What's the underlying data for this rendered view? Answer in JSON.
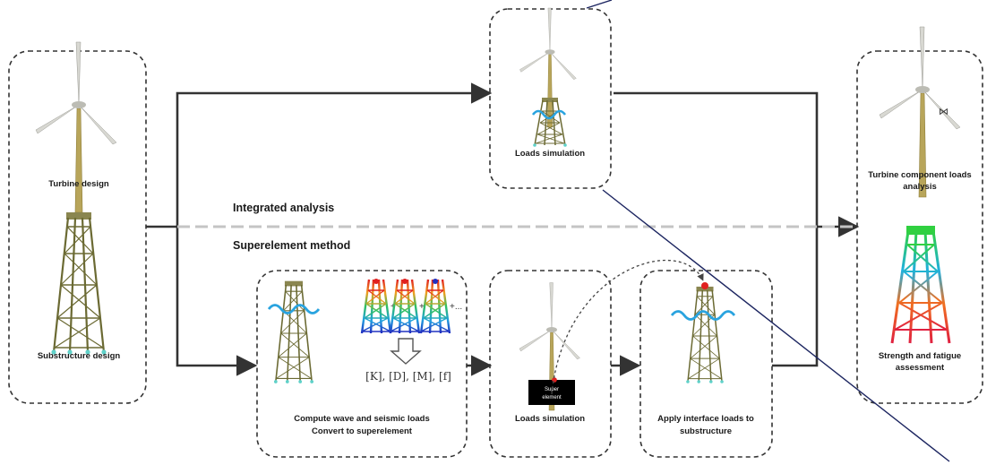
{
  "left_panel": {
    "turbine_label": "Turbine design",
    "substructure_label": "Substructure design"
  },
  "top_panel": {
    "label": "Loads simulation"
  },
  "integrated_label": "Integrated analysis",
  "superelement_label": "Superelement method",
  "compute_panel": {
    "line1": "Compute wave and seismic loads",
    "line2": "Convert to superelement",
    "matrices": "[K], [D], [M], [f]"
  },
  "loads_panel": {
    "label": "Loads simulation",
    "box_line1": "Super",
    "box_line2": "element"
  },
  "apply_panel": {
    "line1": "Apply interface loads to",
    "line2": "substructure"
  },
  "right_panel": {
    "turbine_line1": "Turbine component loads",
    "turbine_line2": "analysis",
    "strength_line1": "Strength and fatigue",
    "strength_line2": "assessment"
  },
  "colors": {
    "tower": "#b8a55a",
    "jacket": "#6b6a33",
    "blade": "#d8d8d2",
    "wave": "#29a3df",
    "foot": "#5fd1c9",
    "arrow": "#333333",
    "separator": "#c4c4c4"
  }
}
